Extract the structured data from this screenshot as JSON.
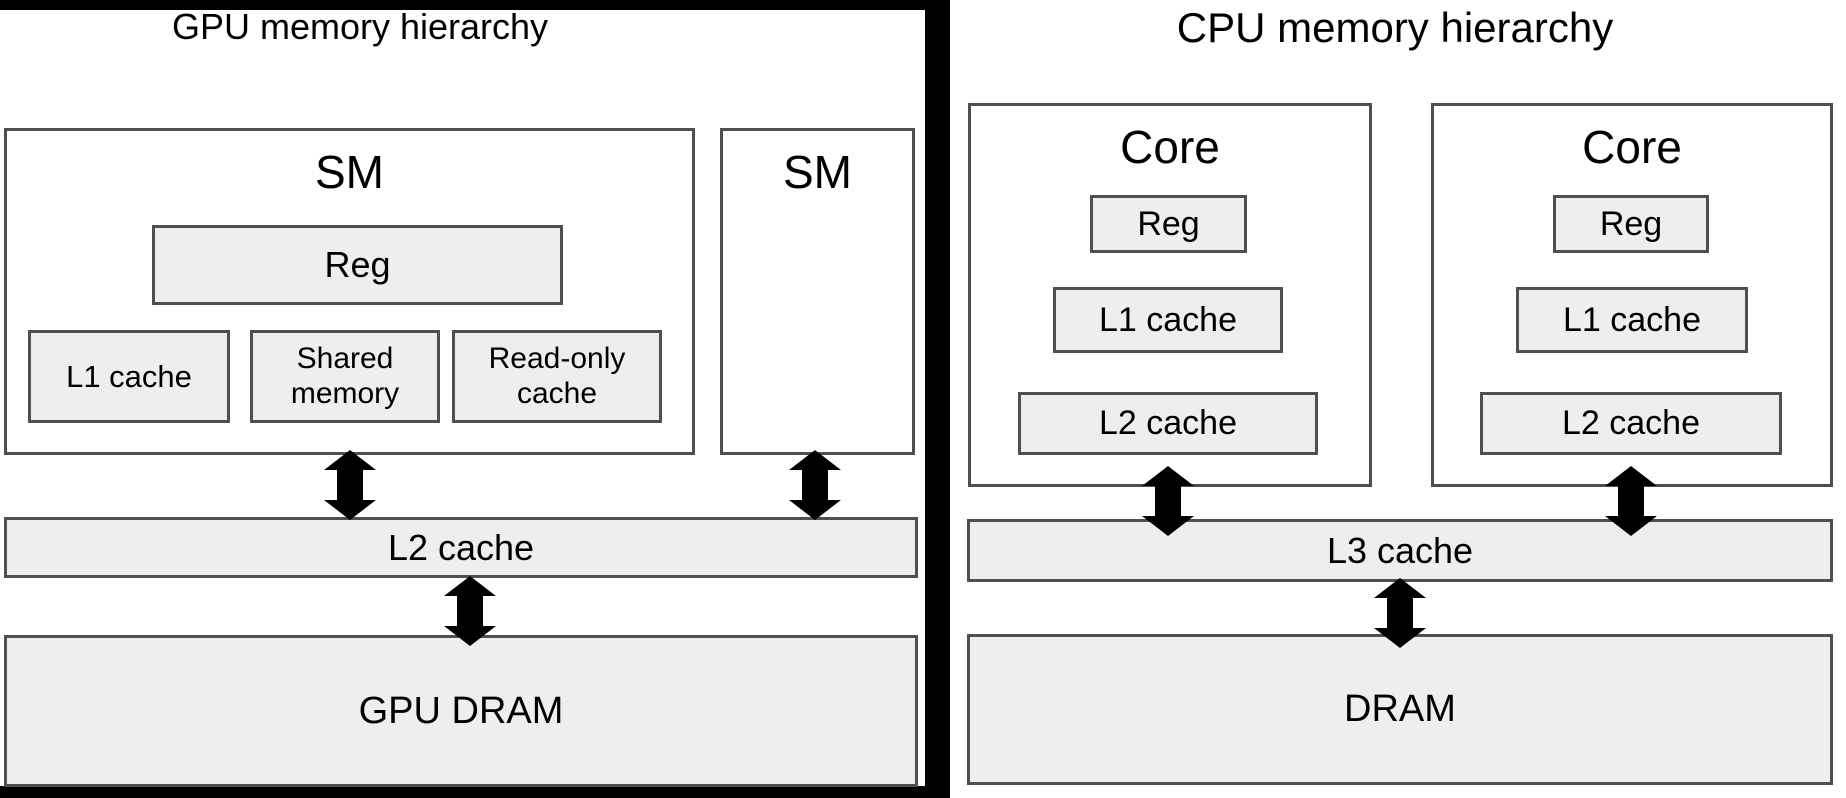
{
  "gpu": {
    "title": "GPU memory hierarchy",
    "sm_large_label": "SM",
    "sm_small_label": "SM",
    "reg_label": "Reg",
    "l1_cache_label": "L1 cache",
    "shared_memory_lines": [
      "Shared",
      "memory"
    ],
    "read_only_lines": [
      "Read-only",
      "cache"
    ],
    "l2_cache_label": "L2 cache",
    "dram_label": "GPU DRAM"
  },
  "cpu": {
    "title": "CPU memory hierarchy",
    "cores": [
      {
        "label": "Core",
        "reg_label": "Reg",
        "l1_label": "L1 cache",
        "l2_label": "L2 cache"
      },
      {
        "label": "Core",
        "reg_label": "Reg",
        "l1_label": "L1 cache",
        "l2_label": "L2 cache"
      }
    ],
    "l3_cache_label": "L3 cache",
    "dram_label": "DRAM"
  },
  "colors": {
    "background": "#ffffff",
    "box_border": "#4f4f4f",
    "box_fill_gray": "#eeeeee",
    "box_fill_white": "#ffffff",
    "divider": "#000000",
    "text": "#000000",
    "arrow": "#000000"
  }
}
